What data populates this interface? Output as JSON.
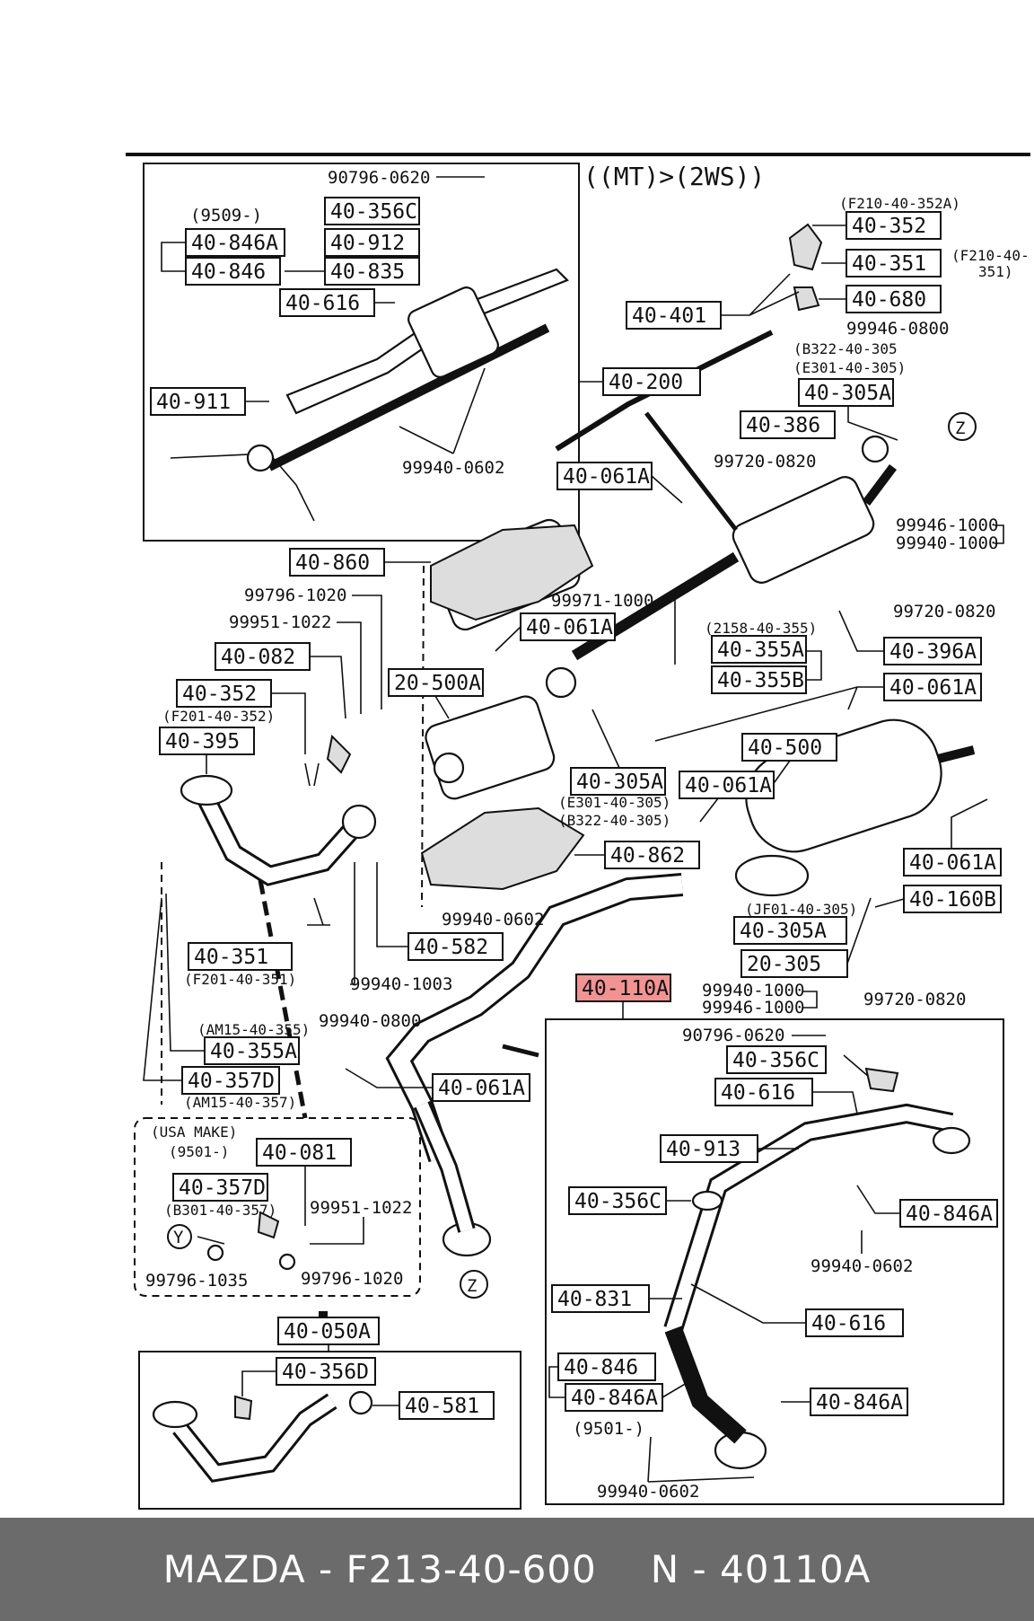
{
  "diagram": {
    "header": "((MT)>(2WS))",
    "highlight_color": "#f08080",
    "parts": {
      "p40_356C_top": "40-356C",
      "p40_912": "40-912",
      "p40_835": "40-835",
      "p40_846A_top": "40-846A",
      "p40_846_top": "40-846",
      "p40_616_top": "40-616",
      "p40_911": "40-911",
      "p40_200": "40-200",
      "p40_352_tr": "40-352",
      "p40_351_tr": "40-351",
      "p40_680": "40-680",
      "p40_401": "40-401",
      "p40_305A_tr": "40-305A",
      "p40_386": "40-386",
      "p40_061A_1": "40-061A",
      "p40_860": "40-860",
      "p40_061A_2": "40-061A",
      "p40_082": "40-082",
      "p20_500A": "20-500A",
      "p40_352_l": "40-352",
      "p40_395": "40-395",
      "p40_355A_r": "40-355A",
      "p40_355B": "40-355B",
      "p40_396A": "40-396A",
      "p40_061A_3": "40-061A",
      "p40_500": "40-500",
      "p40_305A_m": "40-305A",
      "p40_061A_4": "40-061A",
      "p40_862": "40-862",
      "p40_061A_5": "40-061A",
      "p40_160B": "40-160B",
      "p40_305A_b": "40-305A",
      "p20_305": "20-305",
      "p40_582": "40-582",
      "p40_351_l": "40-351",
      "p40_110A": "40-110A",
      "p40_355A_l": "40-355A",
      "p40_357D_l": "40-357D",
      "p40_061A_6": "40-061A",
      "p40_081": "40-081",
      "p40_357D_b": "40-357D",
      "p40_050A": "40-050A",
      "p40_356D": "40-356D",
      "p40_581": "40-581",
      "p40_356C_b": "40-356C",
      "p40_616_b1": "40-616",
      "p40_913": "40-913",
      "p40_356C_b2": "40-356C",
      "p40_846A_b1": "40-846A",
      "p40_831": "40-831",
      "p40_616_b2": "40-616",
      "p40_846_b": "40-846",
      "p40_846A_b2": "40-846A",
      "p40_846A_b3": "40-846A"
    },
    "numbers": {
      "n90796_0620_top": "90796-0620",
      "n9509": "(9509-)",
      "n99940_0602_top": "99940-0602",
      "nF210_352A": "(F210-40-352A)",
      "nF210_351a": "(F210-40-",
      "nF210_351b": "351)",
      "n99946_0800": "99946-0800",
      "nB322_305_tr": "(B322-40-305",
      "nE301_305_tr": "(E301-40-305)",
      "n99720_0820_a": "99720-0820",
      "n99946_1000_a": "99946-1000",
      "n99940_1000_a": "99940-1000",
      "n99720_0820_b": "99720-0820",
      "n99796_1020_a": "99796-1020",
      "n99951_1022_a": "99951-1022",
      "n99971_1000": "99971-1000",
      "nF201_352": "(F201-40-352)",
      "n2158_355": "(2158-40-355)",
      "nE301_305_m": "(E301-40-305)",
      "nB322_305_m": "(B322-40-305)",
      "n99940_0602_m": "99940-0602",
      "nJF01_305": "(JF01-40-305)",
      "n99720_0820_c": "99720-0820",
      "n99940_1003": "99940-1003",
      "nF201_351": "(F201-40-351)",
      "n99940_0800": "99940-0800",
      "n99940_1000_b": "99940-1000",
      "n99946_1000_b": "99946-1000",
      "nAM15_355": "(AM15-40-355)",
      "nAM15_357": "(AM15-40-357)",
      "nUSA": "(USA MAKE)",
      "n9501_a": "(9501-)",
      "nB301_357": "(B301-40-357)",
      "n99951_1022_b": "99951-1022",
      "n99796_1035": "99796-1035",
      "n99796_1020_b": "99796-1020",
      "n90796_0620_b": "90796-0620",
      "n99940_0602_b1": "99940-0602",
      "n9501_b": "(9501-)",
      "n99940_0602_b2": "99940-0602",
      "refZ1": "Z",
      "refZ2": "Z",
      "refY": "Y"
    }
  },
  "footer": {
    "brand_part": "MAZDA - F213-40-600",
    "ref": "N - 40110A"
  }
}
